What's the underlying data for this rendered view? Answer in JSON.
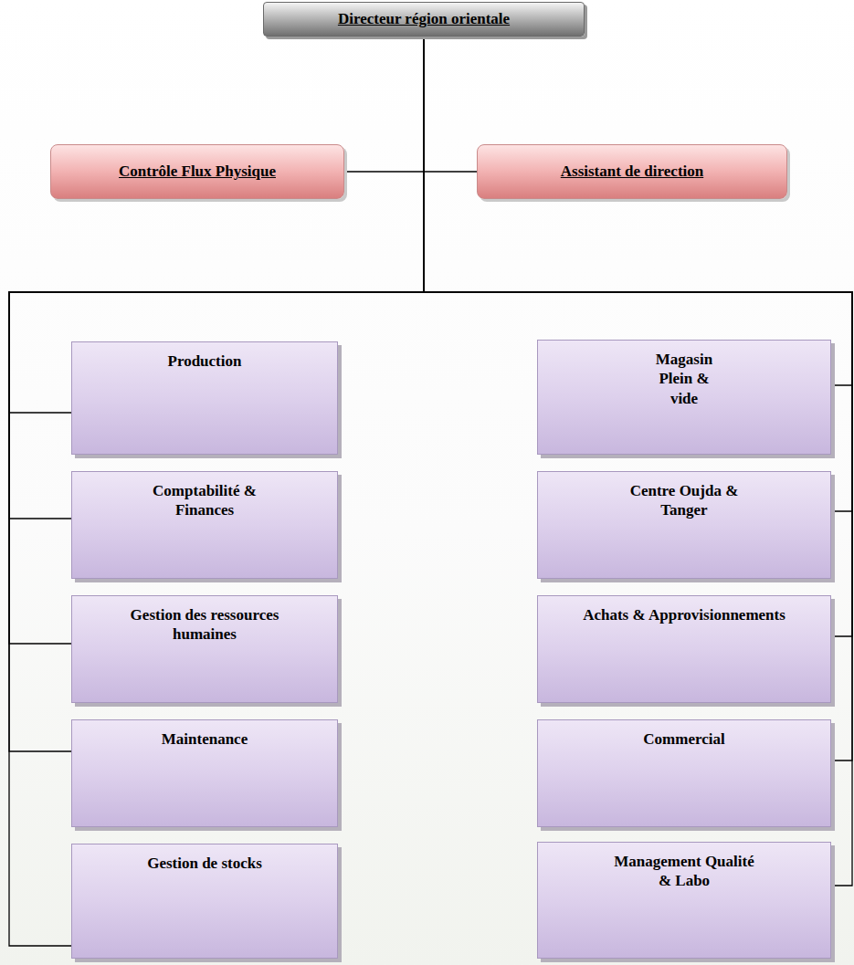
{
  "diagram": {
    "nodes": [
      {
        "text": [
          "Directeur région orientale"
        ]
      },
      {
        "text": [
          "Contrôle Flux Physique"
        ]
      },
      {
        "text": [
          "Assistant de direction"
        ]
      },
      {
        "text": [
          "Production"
        ]
      },
      {
        "text": [
          "Magasin Plein & vide"
        ]
      },
      {
        "text": [
          "Comptabilité & Finances"
        ]
      },
      {
        "text": [
          "Centre Oujda & Tanger"
        ]
      },
      {
        "text": [
          "Gestion des ressources humaines"
        ]
      },
      {
        "text": [
          "Achats & Approvisionnements"
        ]
      },
      {
        "text": [
          "Maintenance"
        ]
      },
      {
        "text": [
          "Commercial"
        ]
      },
      {
        "text": [
          "Gestion de stocks"
        ]
      },
      {
        "text": [
          "Management Qualité & Labo"
        ]
      }
    ],
    "edges": [
      {
        "from": 0,
        "to": 1,
        "arrow": "none"
      },
      {
        "from": 0,
        "to": 2,
        "arrow": "none"
      },
      {
        "from": 0,
        "to": 3,
        "arrow": "none"
      },
      {
        "from": 0,
        "to": 4,
        "arrow": "none"
      },
      {
        "from": 0,
        "to": 5,
        "arrow": "none"
      },
      {
        "from": 0,
        "to": 6,
        "arrow": "none"
      },
      {
        "from": 0,
        "to": 7,
        "arrow": "none"
      },
      {
        "from": 0,
        "to": 8,
        "arrow": "none"
      },
      {
        "from": 0,
        "to": 9,
        "arrow": "none"
      },
      {
        "from": 0,
        "to": 10,
        "arrow": "none"
      },
      {
        "from": 0,
        "to": 11,
        "arrow": "none"
      },
      {
        "from": 0,
        "to": 12,
        "arrow": "none"
      }
    ]
  }
}
